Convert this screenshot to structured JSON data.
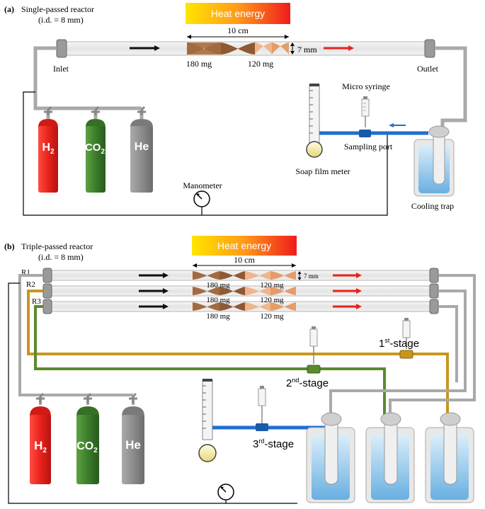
{
  "panel_a": {
    "tag": "(a)",
    "title": "Single-passed reactor",
    "subtitle": "(i.d. = 8 mm)",
    "heat": "Heat energy",
    "length": "10 cm",
    "diameter": "7 mm",
    "catalyst1": "180 mg",
    "catalyst2": "120 mg",
    "inlet": "Inlet",
    "outlet": "Outlet",
    "micro_syringe": "Micro syringe",
    "sampling_port": "Sampling port",
    "soap_film_meter": "Soap film meter",
    "manometer": "Manometer",
    "cooling_trap": "Cooling trap",
    "gas_h2": "H",
    "gas_h2_sub": "2",
    "gas_co2": "CO",
    "gas_co2_sub": "2",
    "gas_he": "He"
  },
  "panel_b": {
    "tag": "(b)",
    "title": "Triple-passed reactor",
    "subtitle": "(i.d. = 8 mm)",
    "heat": "Heat energy",
    "length": "10 cm",
    "diameter": "7 mm",
    "r1": "R1",
    "r2": "R2",
    "r3": "R3",
    "rows": [
      {
        "c1": "180 mg",
        "c2": "120 mg"
      },
      {
        "c1": "180 mg",
        "c2": "120 mg"
      },
      {
        "c1": "180 mg",
        "c2": "120 mg"
      }
    ],
    "stage1_num": "1",
    "stage1_sup": "st",
    "stage1_txt": "-stage",
    "stage2_num": "2",
    "stage2_sup": "nd",
    "stage2_txt": "-stage",
    "stage3_num": "3",
    "stage3_sup": "rd",
    "stage3_txt": "-stage",
    "gas_h2": "H",
    "gas_h2_sub": "2",
    "gas_co2": "CO",
    "gas_co2_sub": "2",
    "gas_he": "He"
  },
  "colors": {
    "pipe": "#a9a9a9",
    "tube_fill": "#eeeeee",
    "catalyst_dark": "#b07a50",
    "catalyst_light": "#e9a576",
    "flow_blue": "#1f6fcf",
    "stage1_line": "#c8961e",
    "stage2_line": "#5b8a2e",
    "h2": "#e8221c",
    "co2": "#3b7d2a",
    "he": "#8c8c8c"
  }
}
